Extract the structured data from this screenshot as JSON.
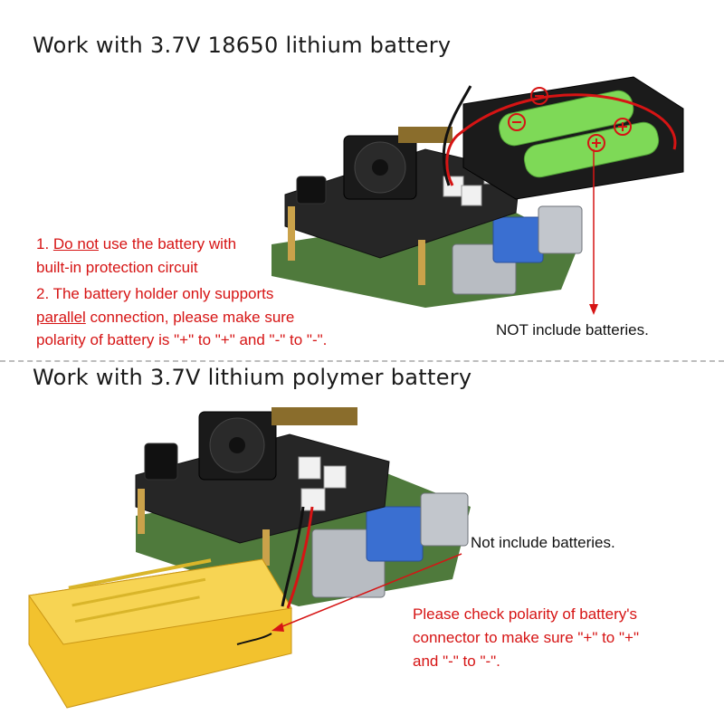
{
  "section1": {
    "heading": "Work with 3.7V 18650 lithium battery",
    "warnings": {
      "line1_prefix": "1. ",
      "line1_underlined": "Do not",
      "line1_suffix": " use the battery with",
      "line2": "built-in protection circuit",
      "line3": "2. The battery holder only supports",
      "line4_underlined": "parallel",
      "line4_suffix": " connection, please make sure",
      "line5": "polarity of battery is \"+\" to \"+\" and \"-\" to \"-\"."
    },
    "note": "NOT include batteries."
  },
  "section2": {
    "heading": "Work with 3.7V lithium polymer battery",
    "note": "Not include batteries.",
    "warning": {
      "line1": "Please check polarity of battery's",
      "line2": "connector to make sure \"+\" to \"+\"",
      "line3": "and \"-\" to \"-\"."
    }
  },
  "colors": {
    "warning": "#d61414",
    "arrow": "#d61414",
    "pcb": "#2b2b2b",
    "battery_green": "#7ed957",
    "lipo_yellow": "#f2c22e"
  }
}
